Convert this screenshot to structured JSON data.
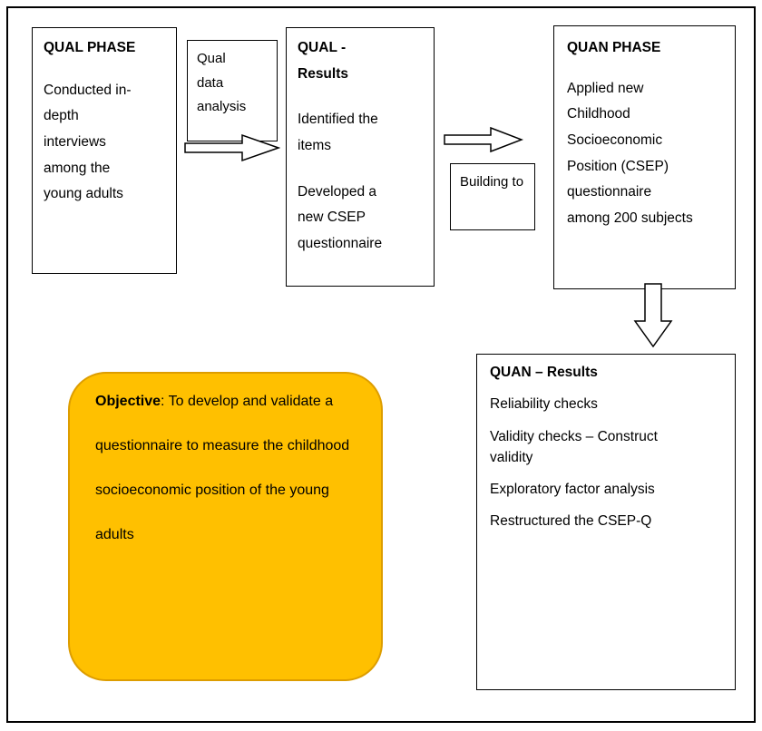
{
  "colors": {
    "box_border": "#000000",
    "background": "#ffffff",
    "objective_fill": "#FFC000",
    "objective_border": "#DD9D00"
  },
  "boxes": {
    "qual_phase": {
      "title": "QUAL PHASE",
      "body": "Conducted in-depth interviews among the young adults"
    },
    "qual_data_analysis": {
      "label": "Qual\ndata\nanalysis"
    },
    "qual_results": {
      "title": "QUAL -\nResults",
      "items": [
        "Identified the items",
        "Developed a new CSEP questionnaire"
      ]
    },
    "building_to": {
      "label": "Building to"
    },
    "quan_phase": {
      "title": "QUAN PHASE",
      "body": "Applied new Childhood Socioeconomic Position (CSEP) questionnaire among 200 subjects"
    },
    "quan_results": {
      "title": "QUAN – Results",
      "items": [
        "Reliability checks",
        "Validity checks – Construct validity",
        "Exploratory factor analysis",
        "Restructured the CSEP-Q"
      ]
    },
    "objective": {
      "label": "Objective",
      "text": ": To develop and validate a questionnaire to measure the childhood socioeconomic position of the young adults"
    }
  },
  "arrows": {
    "arrow_1": "qual-phase-to-qual-results",
    "arrow_2": "qual-results-to-quan-phase",
    "arrow_3": "quan-phase-to-quan-results"
  }
}
